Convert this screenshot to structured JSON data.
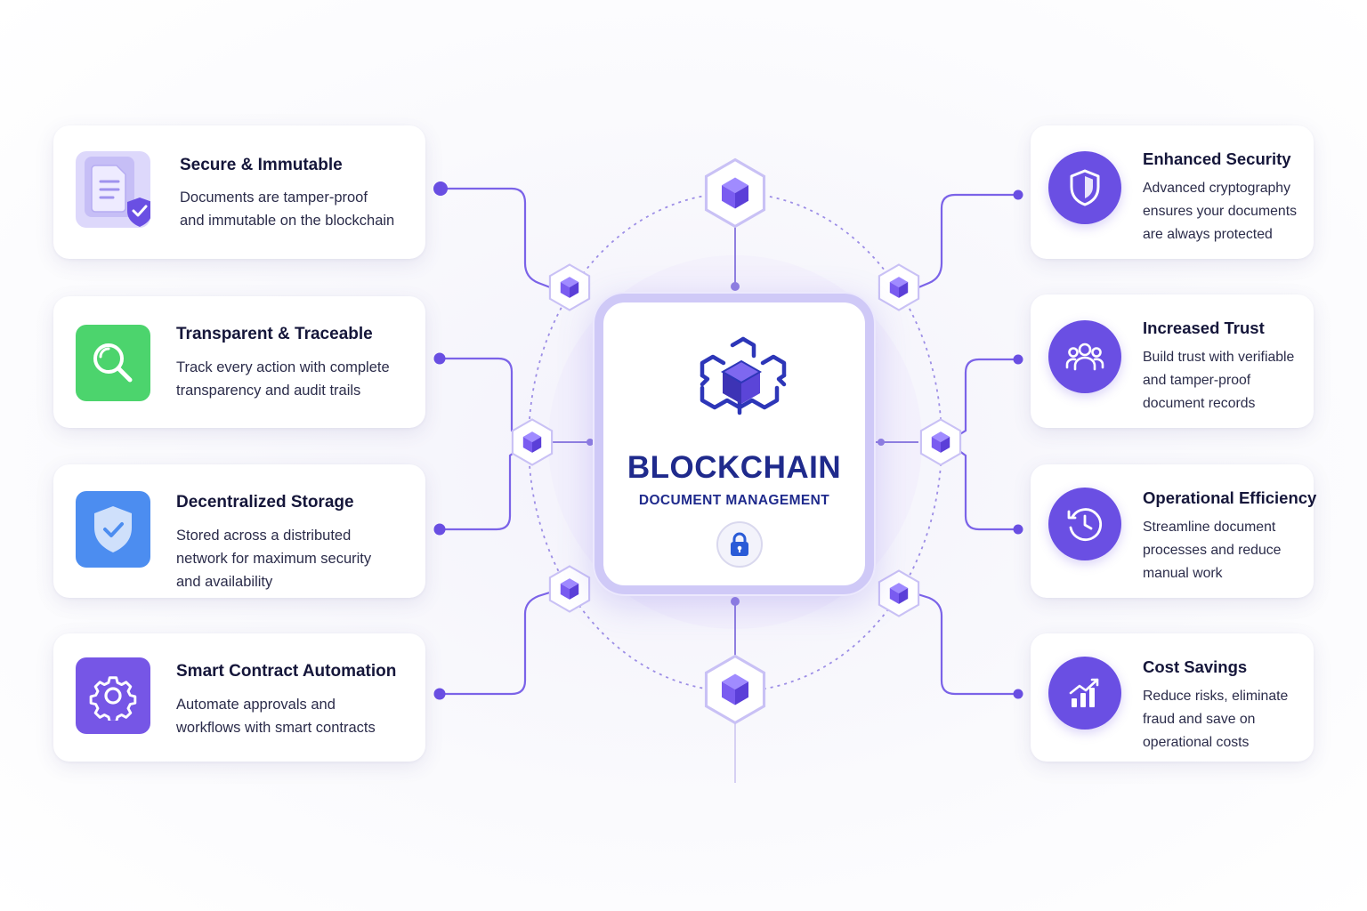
{
  "center": {
    "title": "BLOCKCHAIN",
    "subtitle": "DOCUMENT MANAGEMENT",
    "logo_icon": "blockchain-hexagon-cube-icon",
    "lock_icon": "padlock-icon"
  },
  "left_features": [
    {
      "title": "Secure & Immutable",
      "desc_lines": [
        "Documents are tamper-proof",
        "and immutable on the blockchain"
      ],
      "icon": "document-shield-check-icon",
      "color": "#c9c3f7"
    },
    {
      "title": "Transparent & Traceable",
      "desc_lines": [
        "Track every action with complete",
        "transparency and audit trails"
      ],
      "icon": "magnifier-icon",
      "color": "#4cd46d"
    },
    {
      "title": "Decentralized Storage",
      "desc_lines": [
        "Stored across a distributed",
        "network for maximum security",
        "and availability"
      ],
      "icon": "shield-check-icon",
      "color": "#4c8df0"
    },
    {
      "title": "Smart Contract Automation",
      "desc_lines": [
        "Automate approvals and",
        "workflows with smart contracts"
      ],
      "icon": "gear-icon",
      "color": "#7656e6"
    }
  ],
  "right_features": [
    {
      "title": "Enhanced Security",
      "desc_lines": [
        "Advanced cryptography",
        "ensures your documents",
        "are always protected"
      ],
      "icon": "shield-icon"
    },
    {
      "title": "Increased Trust",
      "desc_lines": [
        "Build trust with verifiable",
        "and tamper-proof",
        "document records"
      ],
      "icon": "people-group-icon"
    },
    {
      "title": "Operational Efficiency",
      "desc_lines": [
        "Streamline document",
        "processes and reduce",
        "manual work"
      ],
      "icon": "clock-history-icon"
    },
    {
      "title": "Cost Savings",
      "desc_lines": [
        "Reduce risks, eliminate",
        "fraud and save on",
        "operational costs"
      ],
      "icon": "bar-chart-growth-icon"
    }
  ],
  "colors": {
    "accent": "#6a4fe3",
    "line": "#7b63e8",
    "title_navy": "#1f2a8c"
  }
}
